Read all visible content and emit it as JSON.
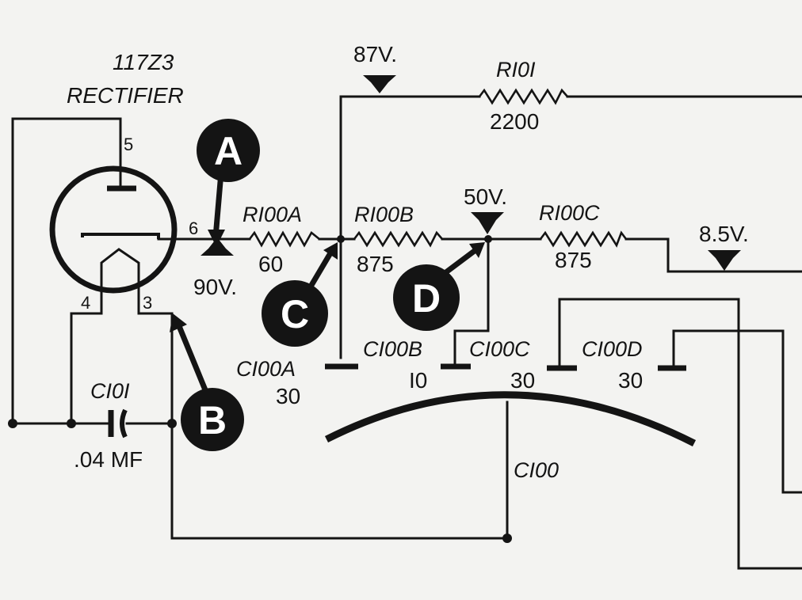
{
  "tube": {
    "type": "117Z3",
    "function": "RECTIFIER",
    "pins": [
      "5",
      "6",
      "4",
      "3"
    ]
  },
  "callouts": [
    "A",
    "B",
    "C",
    "D"
  ],
  "voltages": {
    "v87": "87V.",
    "v90": "90V.",
    "v50": "50V.",
    "v85": "8.5V."
  },
  "resistors": [
    {
      "ref": "RI0I",
      "value": "2200"
    },
    {
      "ref": "RI00A",
      "value": "60"
    },
    {
      "ref": "RI00B",
      "value": "875"
    },
    {
      "ref": "RI00C",
      "value": "875"
    }
  ],
  "capacitors": [
    {
      "ref": "CI0I",
      "value": ".04 MF"
    },
    {
      "ref": "CI00A",
      "value": "30"
    },
    {
      "ref": "CI00B",
      "value": "I0"
    },
    {
      "ref": "CI00C",
      "value": "30"
    },
    {
      "ref": "CI00D",
      "value": "30"
    },
    {
      "ref": "CI00",
      "value": ""
    }
  ]
}
